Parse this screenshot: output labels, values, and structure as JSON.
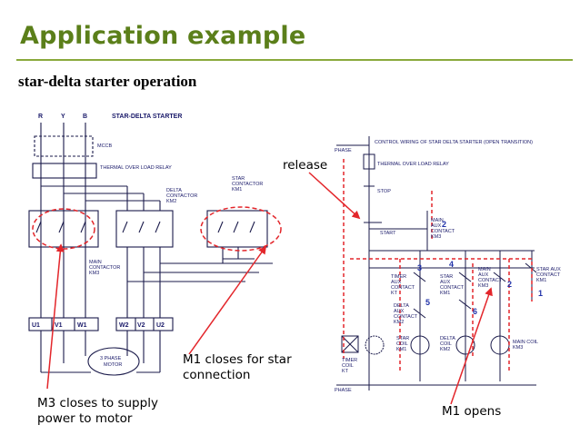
{
  "slide": {
    "title": "Application example",
    "subtitle": "star-delta starter operation"
  },
  "power_diagram": {
    "phases": [
      "R",
      "Y",
      "B"
    ],
    "title": "STAR-DELTA STARTER",
    "mccb": "MCCB",
    "overload": "THERMAL OVER LOAD RELAY",
    "delta_contactor": [
      "DELTA",
      "CONTACTOR",
      "KM2"
    ],
    "star_contactor": [
      "STAR",
      "CONTACTOR",
      "KM1"
    ],
    "main_contactor": [
      "MAIN",
      "CONTACTOR",
      "KM3"
    ],
    "terminals_left": [
      "U1",
      "V1",
      "W1"
    ],
    "terminals_right": [
      "W2",
      "V2",
      "U2"
    ],
    "motor": [
      "3 PHASE",
      "MOTOR"
    ]
  },
  "control_diagram": {
    "title": "CONTROL WIRING OF STAR DELTA STARTER (OPEN TRANSITION)",
    "phase": "PHASE",
    "overload": "THERMAL OVER LOAD RELAY",
    "stop": "STOP",
    "start": "START",
    "main_aux": [
      "MAIN",
      "AUX",
      "CONTACT",
      "KM3"
    ],
    "timer_aux": [
      "TIMER",
      "AUX",
      "CONTACT",
      "KT"
    ],
    "star_aux_mid": [
      "STAR",
      "AUX",
      "CONTACT",
      "KM1"
    ],
    "main_aux2": [
      "MAIN",
      "AUX",
      "CONTACT",
      "KM3"
    ],
    "star_aux_right": [
      "STAR AUX",
      "CONTACT",
      "KM1"
    ],
    "delta_aux": [
      "DELTA",
      "AUX",
      "CONTACT",
      "KM2"
    ],
    "star_coil": [
      "STAR",
      "COIL",
      "KM1"
    ],
    "delta_coil": [
      "DELTA",
      "COIL",
      "KM2"
    ],
    "main_coil": [
      "MAIN COIL",
      "KM3"
    ],
    "timer_coil": [
      "TIMER",
      "COIL",
      "KT"
    ],
    "phase_bottom": "PHASE",
    "steps": [
      "1",
      "2",
      "3",
      "4",
      "5",
      "6",
      "2"
    ]
  },
  "callouts": {
    "release": "release",
    "m1_star": "M1 closes for star connection",
    "m3": "M3 closes to supply power to motor",
    "m1_opens": "M1 opens"
  },
  "colors": {
    "title_green": "#5b7f1a",
    "annotation_red": "#e3262b",
    "ink_blue": "#1a1a6a"
  }
}
